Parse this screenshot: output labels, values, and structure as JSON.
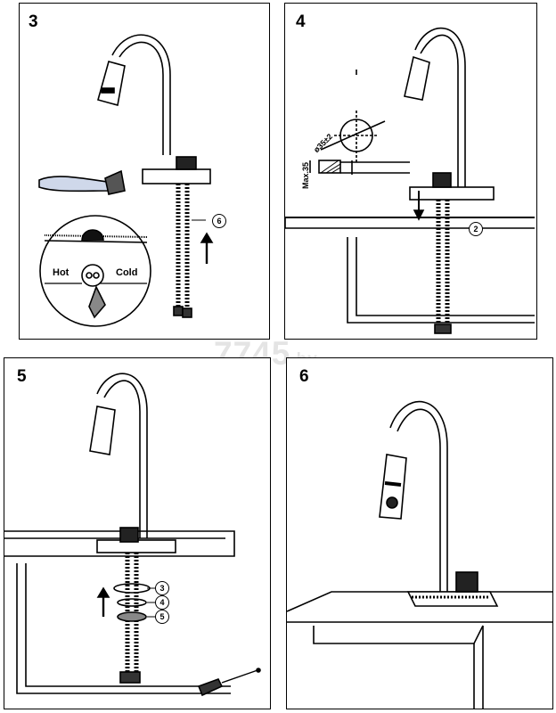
{
  "watermark": {
    "main": "7745",
    "suffix": ".by"
  },
  "steps": [
    {
      "number": "3",
      "labels": {
        "hot": "Hot",
        "cold": "Cold",
        "callout": "6"
      }
    },
    {
      "number": "4",
      "labels": {
        "diameter": "ø35±2",
        "max": "Max.35",
        "callout": "2"
      }
    },
    {
      "number": "5",
      "labels": {
        "callout_a": "3",
        "callout_b": "4",
        "callout_c": "5"
      }
    },
    {
      "number": "6"
    }
  ]
}
